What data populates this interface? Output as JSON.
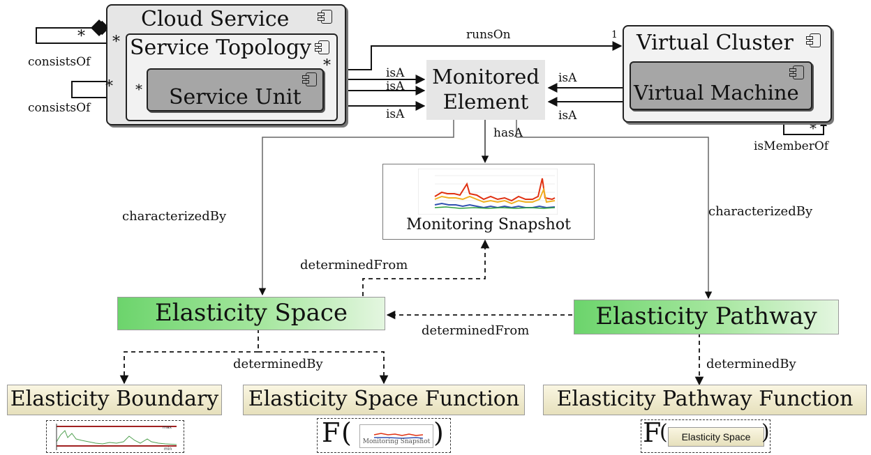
{
  "nodes": {
    "cloud_service": "Cloud Service",
    "service_topology": "Service Topology",
    "service_unit": "Service Unit",
    "monitored_element_line1": "Monitored",
    "monitored_element_line2": "Element",
    "virtual_cluster": "Virtual Cluster",
    "virtual_machine": "Virtual Machine",
    "monitoring_snapshot": "Monitoring Snapshot",
    "elasticity_space": "Elasticity Space",
    "elasticity_pathway": "Elasticity Pathway",
    "elasticity_boundary": "Elasticity Boundary",
    "elasticity_space_function": "Elasticity Space Function",
    "elasticity_pathway_function": "Elasticity Pathway Function"
  },
  "relations": {
    "consists_of_1": "consistsOf",
    "consists_of_2": "consistsOf",
    "runs_on": "runsOn",
    "is_a_1": "isA",
    "is_a_2": "isA",
    "is_a_3": "isA",
    "is_a_4": "isA",
    "is_a_5": "isA",
    "has_a": "hasA",
    "is_member_of": "isMemberOf",
    "characterized_by_left": "characterizedBy",
    "characterized_by_right": "characterizedBy",
    "determined_from_top": "determinedFrom",
    "determined_from_mid": "determinedFrom",
    "determined_by_left": "determinedBy",
    "determined_by_right": "determinedBy"
  },
  "multiplicities": {
    "star": "*",
    "one": "1"
  },
  "formulas": {
    "f_letter": "F",
    "open_paren": "(",
    "close_paren": ")",
    "space_arg": "Elasticity Space",
    "snapshot_arg": "Monitoring Snapshot",
    "boundary_max": "max",
    "boundary_min": "min"
  },
  "colors": {
    "green_box": "#6cd46c",
    "beige_box": "#e6e0bc",
    "component_dark": "#a6a6a6",
    "component_light": "#e6e6e6"
  }
}
